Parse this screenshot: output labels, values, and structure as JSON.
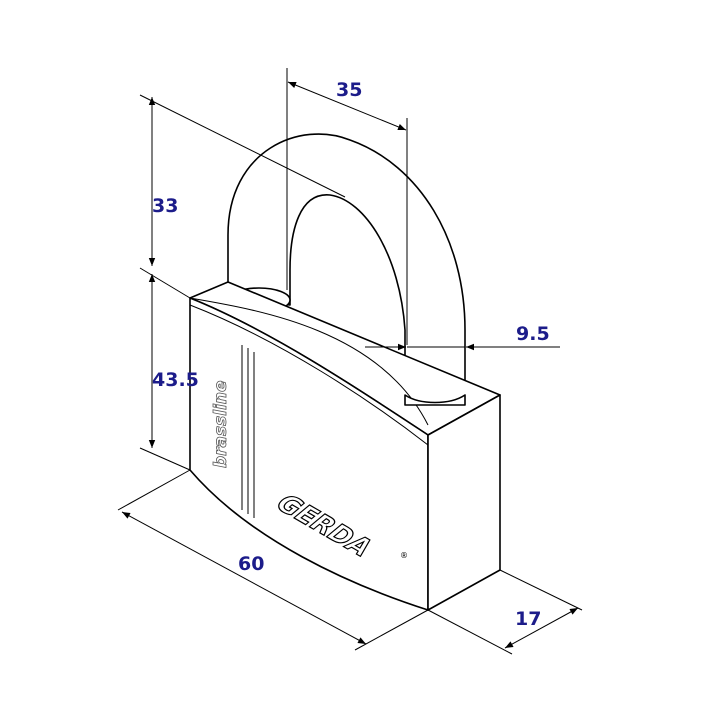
{
  "drawing": {
    "subject": "padlock",
    "brand_logo": "GERDA",
    "series_label": "brassline",
    "registered_mark": "®"
  },
  "dimensions": {
    "shackle_height": "33",
    "shackle_width": "35",
    "shackle_diameter": "9.5",
    "body_height": "43.5",
    "body_width": "60",
    "body_depth": "17"
  },
  "colors": {
    "dimension_text": "#1c1c8a",
    "line": "#000000"
  }
}
